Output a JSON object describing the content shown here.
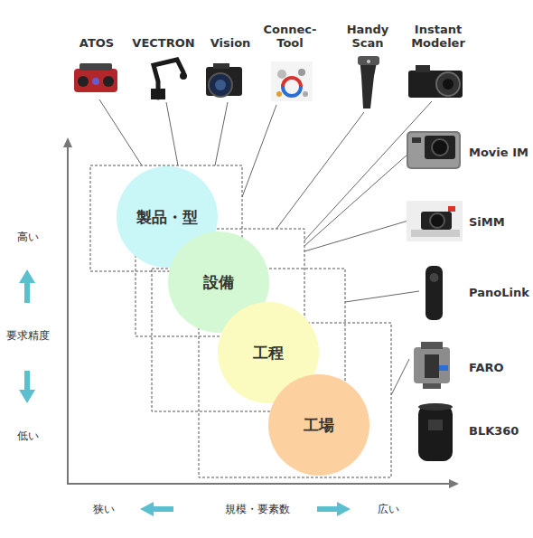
{
  "diagram": {
    "nodes": [
      {
        "text": [
          "製品・型"
        ]
      },
      {
        "text": [
          "設備"
        ]
      },
      {
        "text": [
          "工程"
        ]
      },
      {
        "text": [
          "工場"
        ]
      }
    ],
    "labels": [
      "ATOS",
      "VECTRON",
      "Vision",
      "Connec- Tool",
      "Handy Scan",
      "Instant Modeler",
      "Movie IM",
      "SiMM",
      "PanoLink",
      "FARO",
      "BLK360",
      "高い",
      "要求精度",
      "低い",
      "狭い",
      "規模・要素数",
      "広い"
    ]
  }
}
